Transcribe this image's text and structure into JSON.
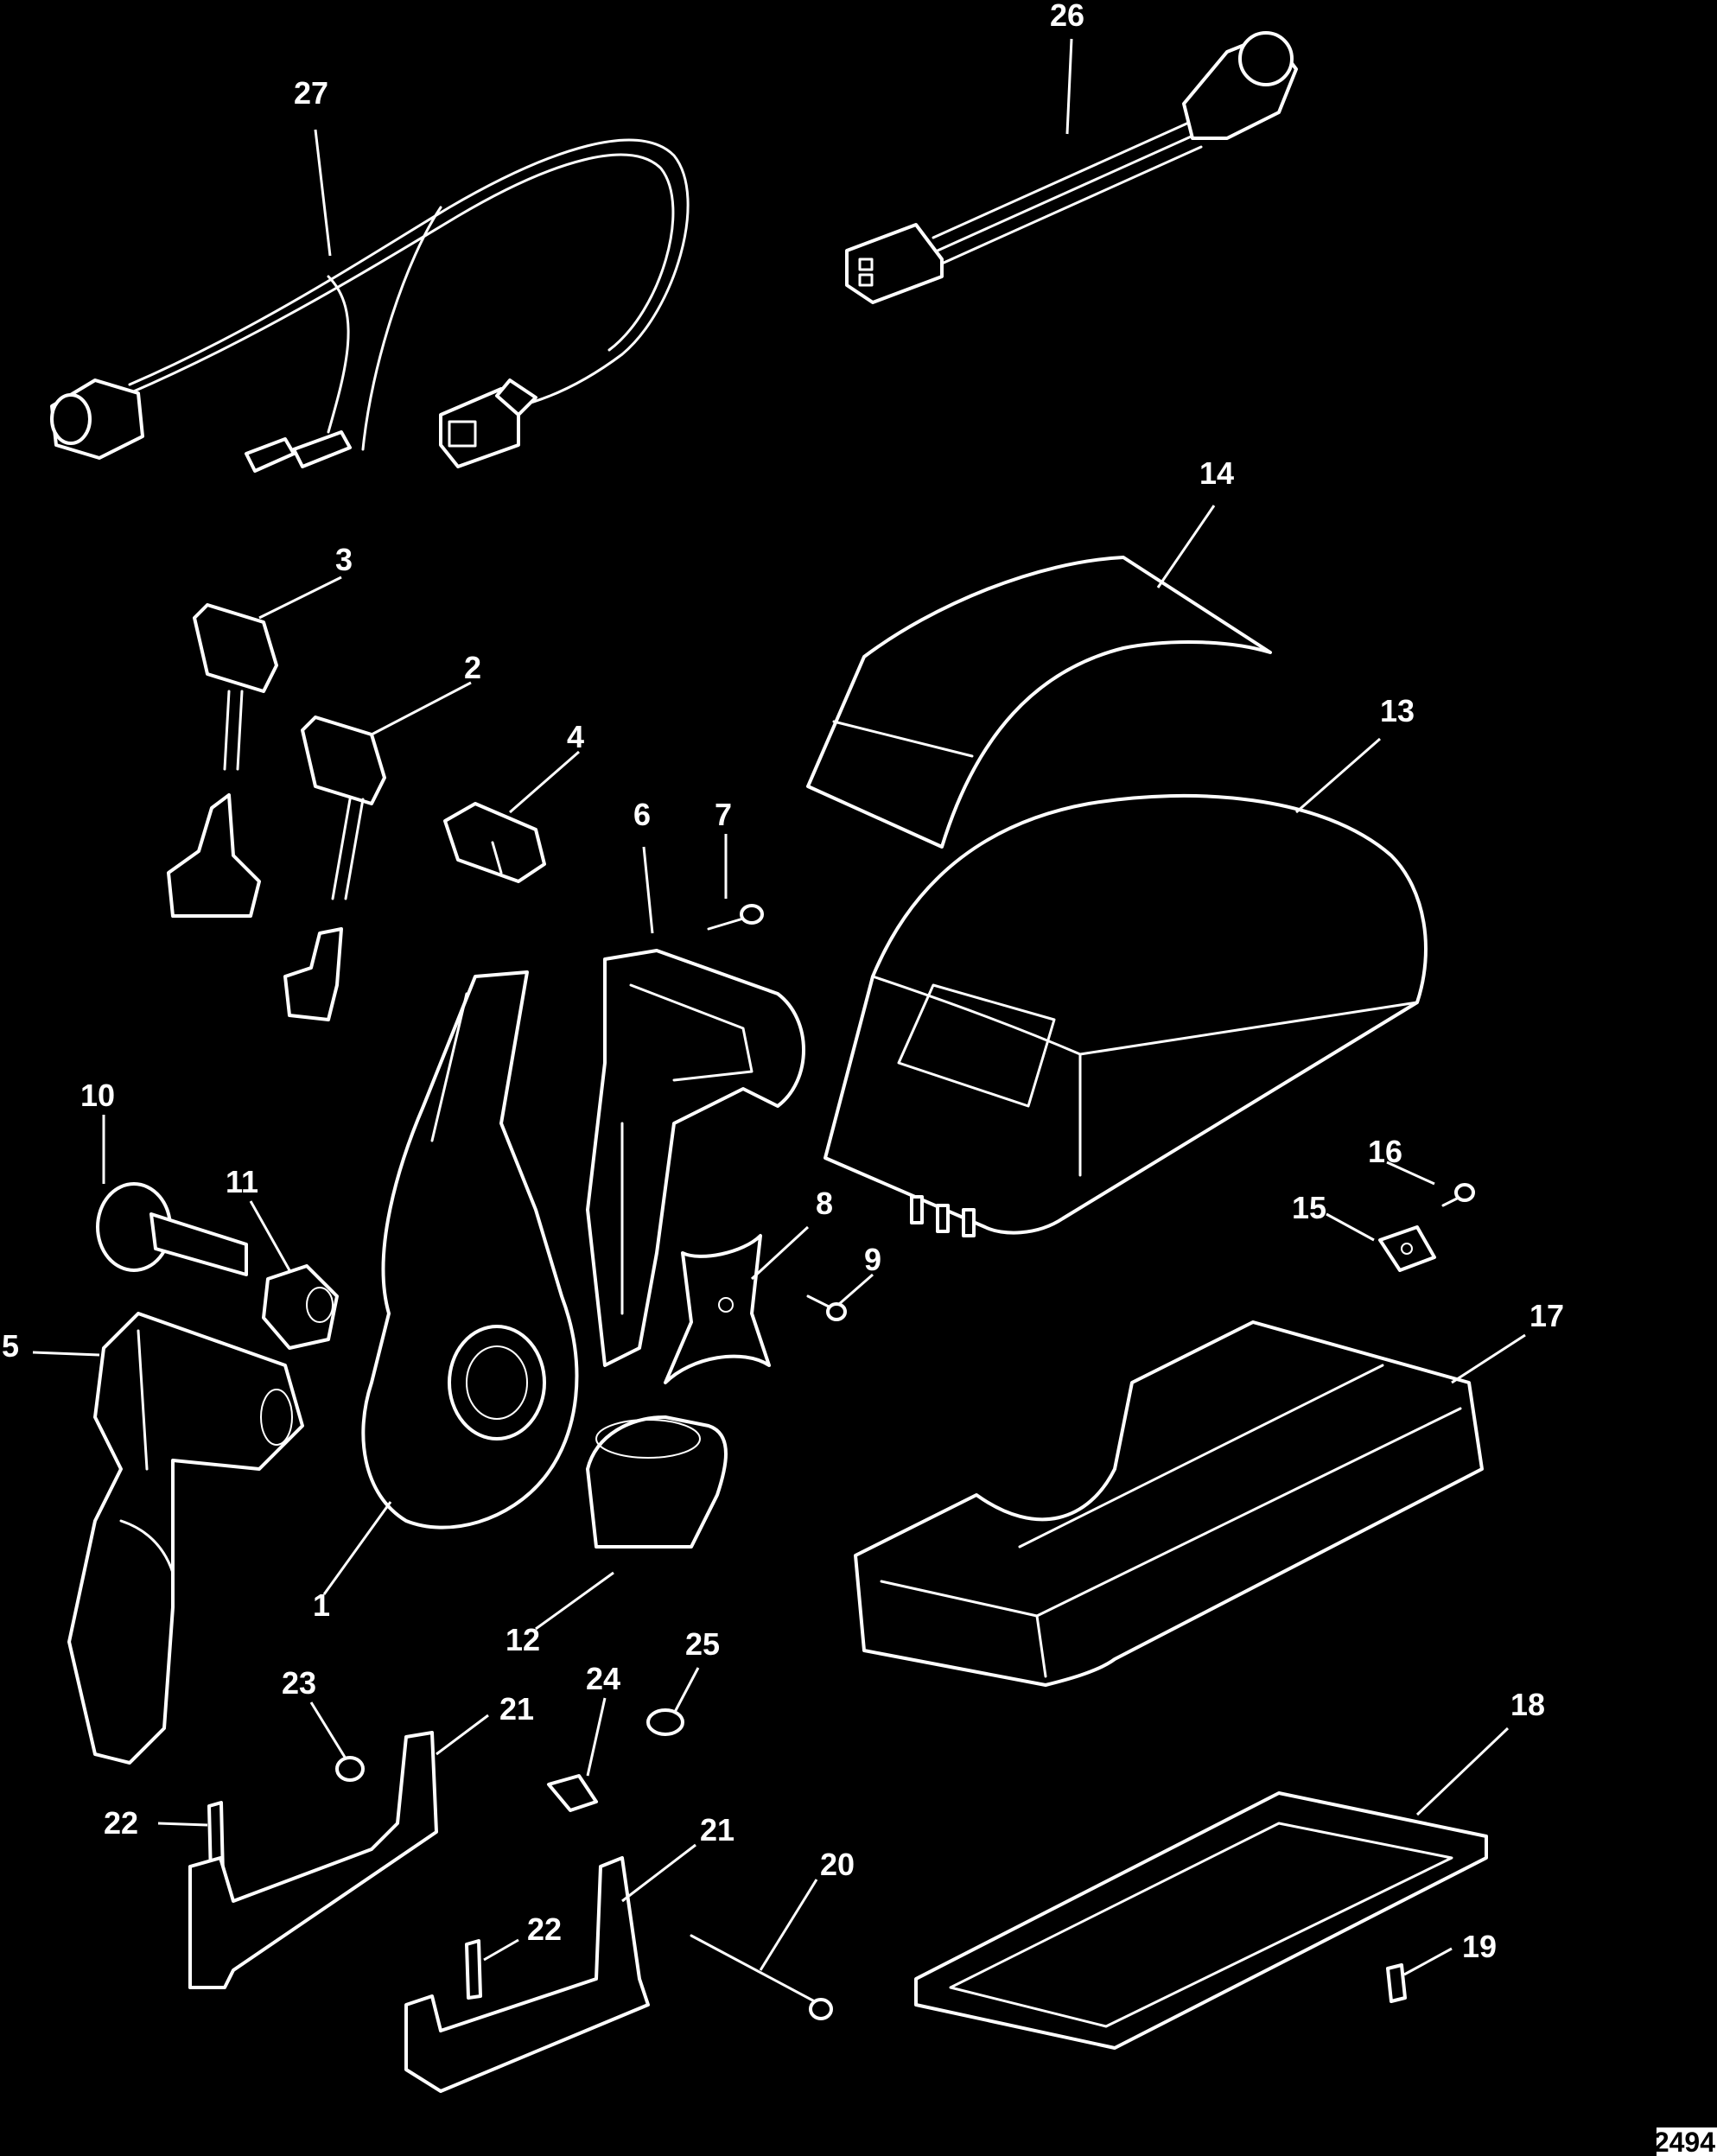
{
  "figure_id": "2494",
  "colors": {
    "background": "#000000",
    "line": "#ffffff",
    "corner_tab": "#ffffff"
  },
  "callouts": {
    "c1": "1",
    "c2": "2",
    "c3": "3",
    "c4": "4",
    "c5": "5",
    "c6": "6",
    "c7": "7",
    "c8": "8",
    "c9": "9",
    "c10": "10",
    "c11": "11",
    "c12": "12",
    "c13": "13",
    "c14": "14",
    "c15": "15",
    "c16": "16",
    "c17": "17",
    "c18": "18",
    "c19": "19",
    "c20": "20",
    "c21a": "21",
    "c21b": "21",
    "c22a": "22",
    "c22b": "22",
    "c23": "23",
    "c24": "24",
    "c25": "25",
    "c26": "26",
    "c27": "27"
  }
}
